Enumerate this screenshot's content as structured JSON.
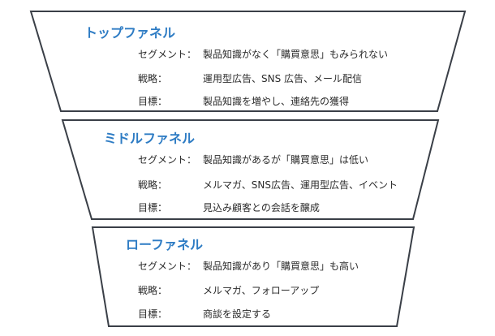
{
  "colors": {
    "outline": "#3a3f47",
    "title": "#2e7cc4",
    "text": "#2b2b2b"
  },
  "tiers": [
    {
      "title": "トップファネル",
      "rows": [
        {
          "label": "セグメント：",
          "value": "製品知識がなく「購買意思」もみられない"
        },
        {
          "label": "戦略：",
          "value": "運用型広告、SNS 広告、メール配信"
        },
        {
          "label": "目標：",
          "value": "製品知識を増やし、連絡先の獲得"
        }
      ]
    },
    {
      "title": "ミドルファネル",
      "rows": [
        {
          "label": "セグメント：",
          "value": "製品知識があるが「購買意思」は低い"
        },
        {
          "label": "戦略：",
          "value": "メルマガ、SNS広告、運用型広告、イベント"
        },
        {
          "label": "目標：",
          "value": "見込み顧客との会話を醸成"
        }
      ]
    },
    {
      "title": "ローファネル",
      "rows": [
        {
          "label": "セグメント：",
          "value": "製品知識があり「購買意思」も高い"
        },
        {
          "label": "戦略：",
          "value": "メルマガ、フォローアップ"
        },
        {
          "label": "目標：",
          "value": "商談を設定する"
        }
      ]
    }
  ]
}
